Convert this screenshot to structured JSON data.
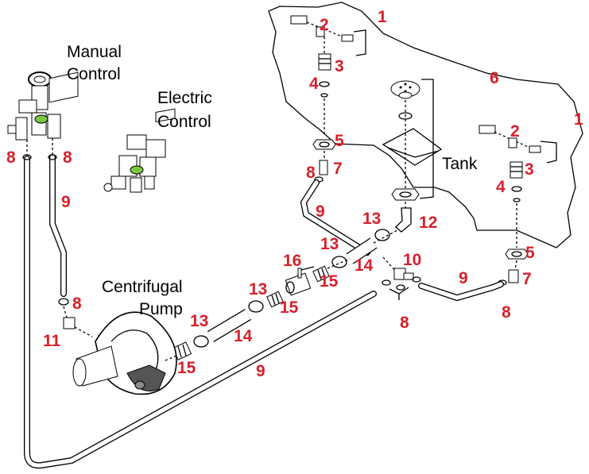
{
  "accent_color": "#d7202b",
  "labels": {
    "manual_control_line1": "Manual",
    "manual_control_line2": "Control",
    "electric_control_line1": "Electric",
    "electric_control_line2": "Control",
    "pump_line1": "Centrifugal",
    "pump_line2": "Pump",
    "tank": "Tank"
  },
  "callouts": {
    "c1a": "1",
    "c2a": "2",
    "c3a": "3",
    "c4a": "4",
    "c6": "6",
    "c5a": "5",
    "c7a": "7",
    "c8a": "8",
    "c1b": "1",
    "c2b": "2",
    "c3b": "3",
    "c4b": "4",
    "c12": "12",
    "c5b": "5",
    "c7b": "7",
    "c8b": "8",
    "c13a": "13",
    "c13b": "13",
    "c14a": "14",
    "c10": "10",
    "c16": "16",
    "c15a": "15",
    "c9a": "9",
    "c9b": "9",
    "c8c": "8",
    "c13c": "13",
    "c15b": "15",
    "c8d": "8",
    "c8e": "8",
    "c9c": "9",
    "c8f": "8",
    "c11": "11",
    "c13d": "13",
    "c14b": "14",
    "c15c": "15",
    "c9d": "9"
  }
}
